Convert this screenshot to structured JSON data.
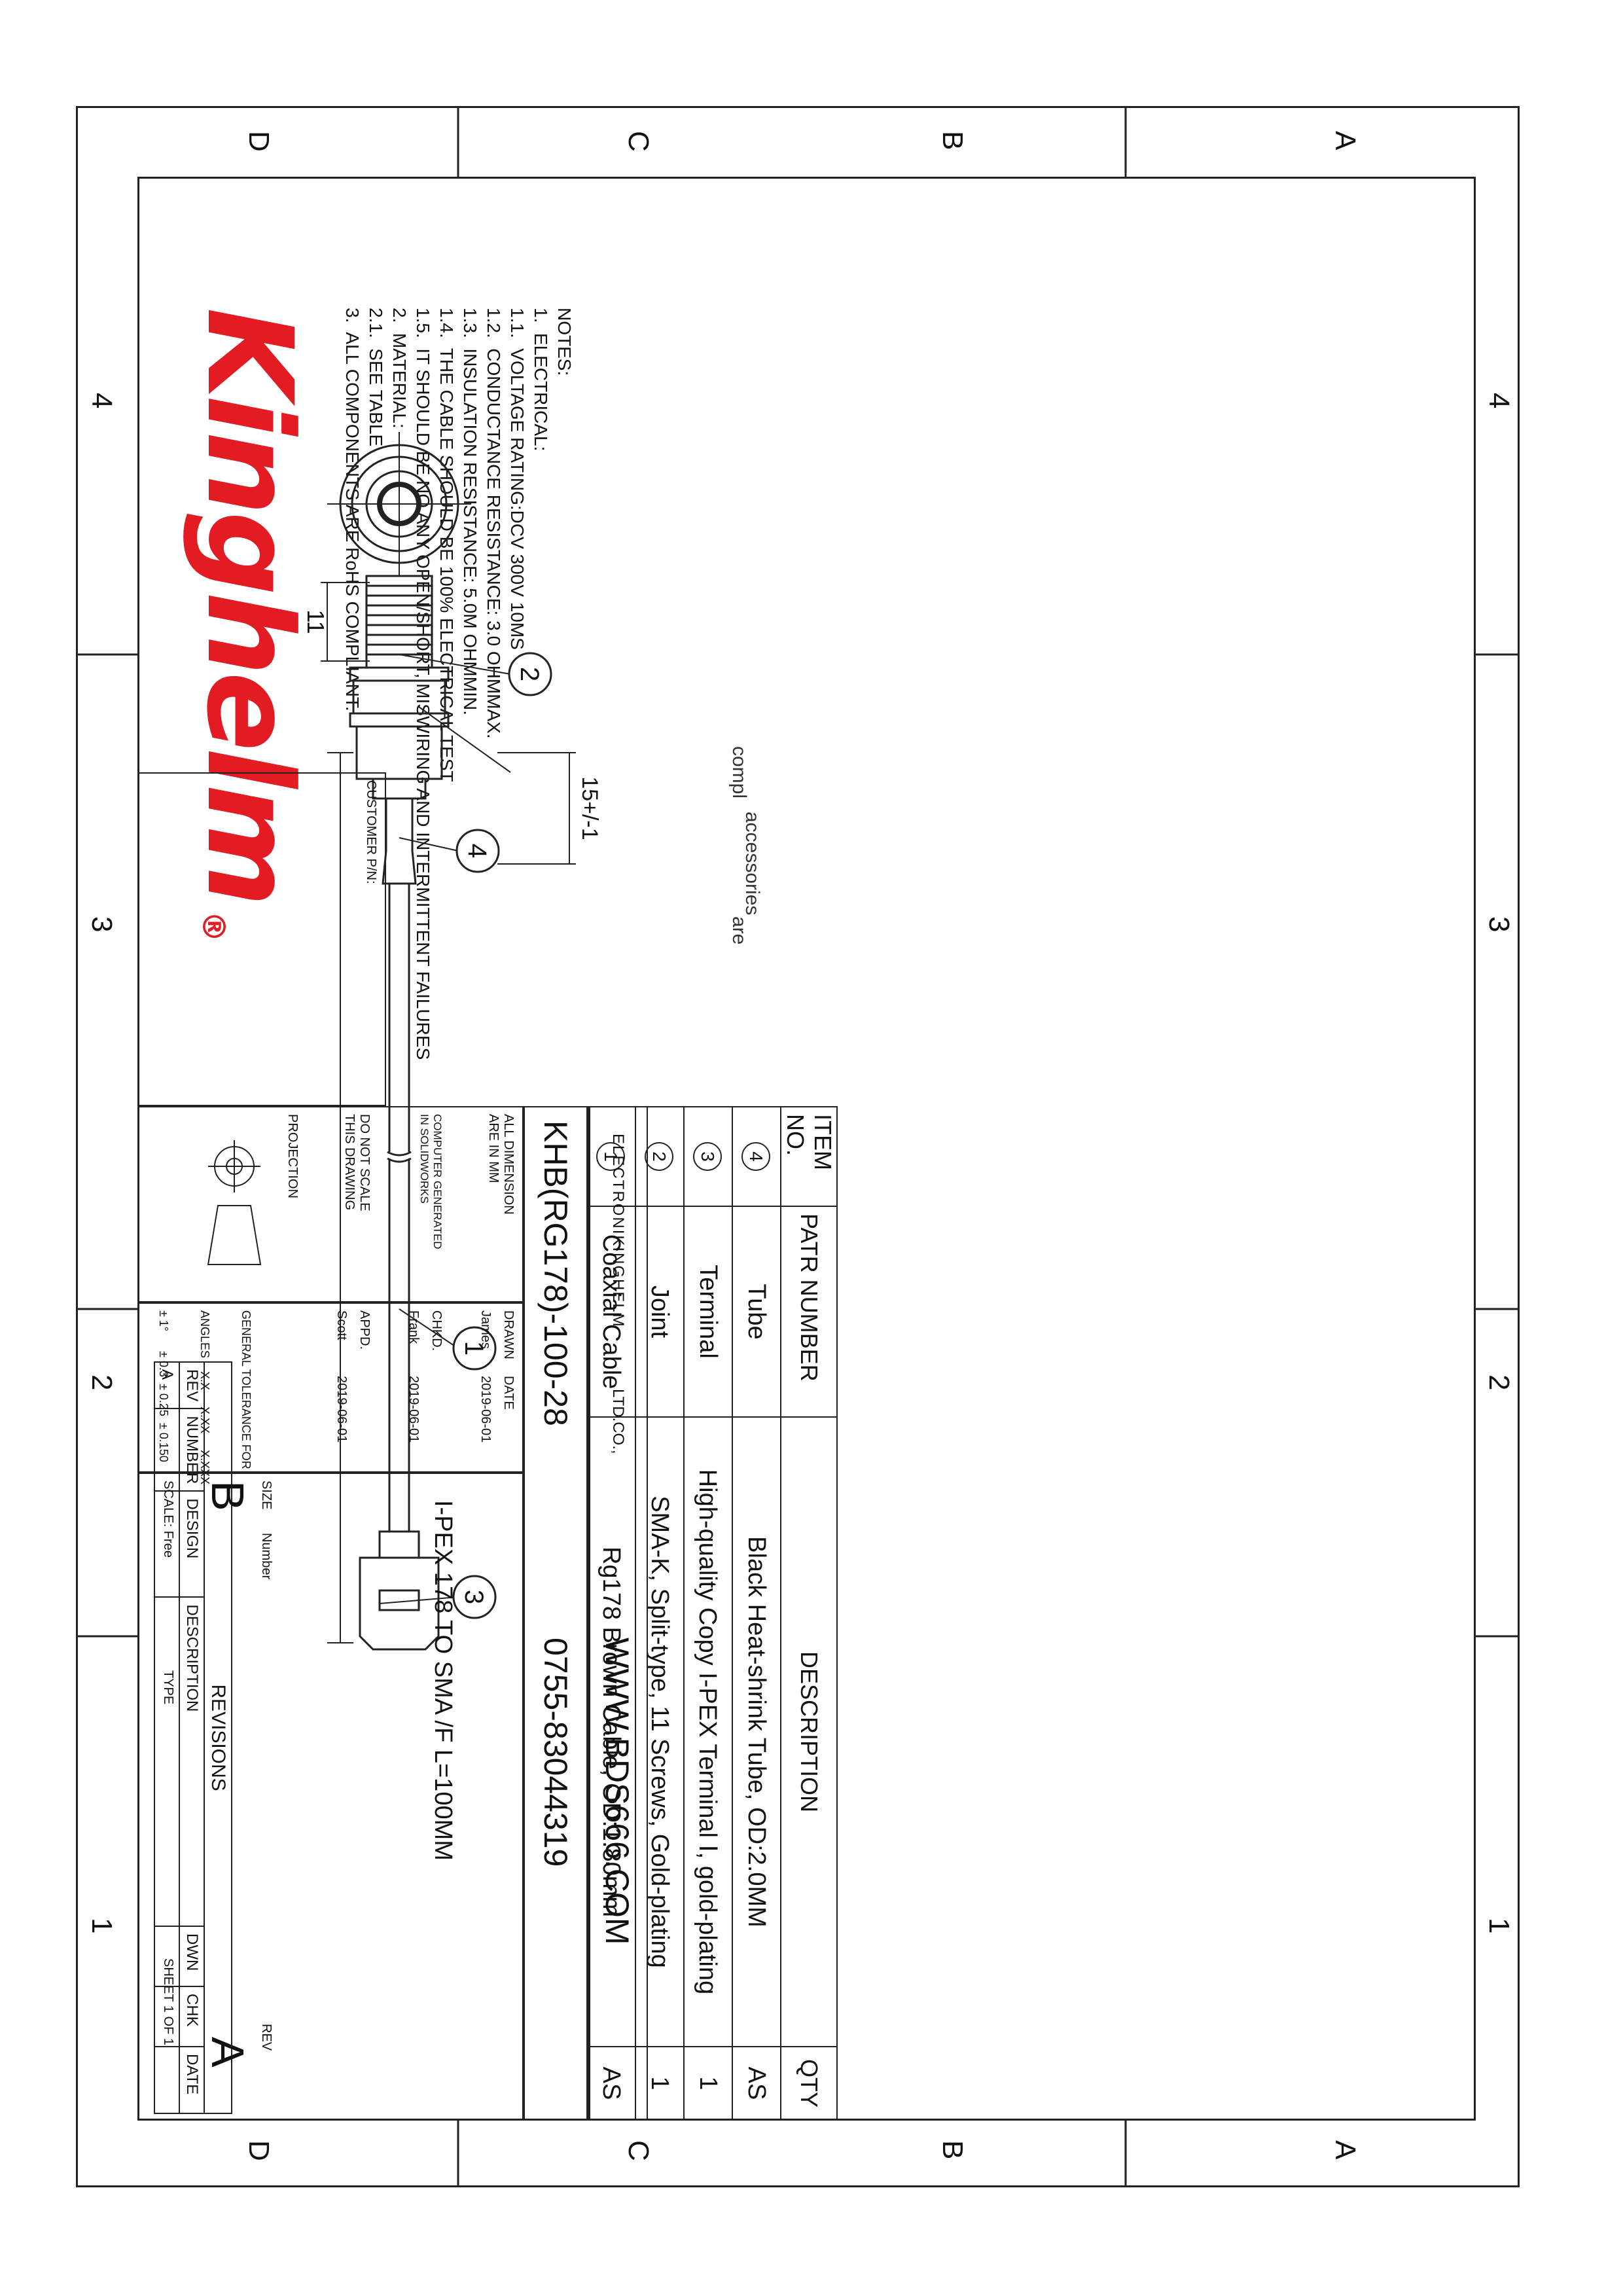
{
  "title_block": {
    "brand": "Kinghelm",
    "registered": "®",
    "company": "ELECTRONIKINGHELM",
    "company_suffix": "LTD.CO.,",
    "website": "WWW.BDS666.COM",
    "phone": "0755-83044319",
    "part_number": "KHB(RG178)-100-28",
    "title": "I-PEX 178 TO SMA /F  L=100MM",
    "size_label": "SIZE",
    "size_value": "B",
    "number_label": "Number",
    "rev_label": "REV",
    "rev_value": "A",
    "scale": "SCALE: Free",
    "type": "TYPE",
    "sheet": "SHEET  1  OF  1",
    "customer_pn": "CUSTOMER P/N:",
    "all_dimension_1": "ALL DIMENSION",
    "all_dimension_2": "ARE IN MM",
    "computer_generated_1": "COMPUTER GENERATED",
    "computer_generated_2": "IN SOLIDWORKS",
    "do_not_scale_1": "DO NOT SCALE",
    "do_not_scale_2": "THIS DRAWING",
    "projection": "PROJECTION",
    "date_label": "DATE",
    "drawn_label": "DRAWN",
    "drawn_by": "James",
    "drawn_date": "2019-06-01",
    "chkd_label": "CHKD.",
    "chkd_by": "Frank",
    "chkd_date": "2019-06-01",
    "appd_label": "APPD.",
    "appd_by": "Scott",
    "appd_date": "2019-06-01",
    "tol_1": "GENERAL TOLERANCE FOR",
    "tol_2": "ANGLES    X.X     X.XX     X.XXX",
    "tol_3": "± 1°      ± 0.3  ± 0.25  ± 0.150"
  },
  "revisions": {
    "title": "REVISIONS",
    "headers": [
      "REV",
      "NUMBER",
      "DESIGN",
      "DESCRIPTION",
      "DWN",
      "CHK",
      "DATE"
    ],
    "row": [
      "A",
      "",
      "",
      "",
      "",
      "",
      ""
    ]
  },
  "bom": {
    "headers": [
      "ITEM NO.",
      "PATR NUMBER",
      "DESCRIPTION",
      "QTY"
    ],
    "rows": [
      {
        "item": "4",
        "part": "Tube",
        "desc": "Black Heat-shrink Tube, OD:2.0MM",
        "qty": "AS"
      },
      {
        "item": "3",
        "part": "Terminal",
        "desc": "High-quality Copy I-PEX Terminal Ⅰ, gold-plating",
        "qty": "1"
      },
      {
        "item": "2",
        "part": "Joint",
        "desc": "SMA-K, Split-type, 11 Screws, Gold-plating",
        "qty": "1"
      },
      {
        "item": "1",
        "part": "Coaxial Cable",
        "desc": "Rg178  Brown Cable,  OD:1.80mm",
        "qty": "AS"
      }
    ]
  },
  "notes": {
    "heading": "NOTES:",
    "lines": [
      "1.  ELECTRICAL:",
      "1.1.  VOLTAGE RATING:DCV 300V 10MS",
      "1.2.  CONDUCTANCE RESISTANCE: 3.0 OHMMAX.",
      "1.3.  INSULATION RESISTANCE: 5.0M OHMMIN.",
      "1.4.  THE CABLE SHOULD BE 100% ELECTRICAL TEST",
      "1.5.  IT SHOULD BE NO ANY OPEN/SHORT, MISWIRING AND INTERMITTENT FAILURES",
      "2.  MATERIAL:",
      "2.1.  SEE TABLE",
      "3.  ALL COMPONENTS ARE RoHS COMPLIANT."
    ]
  },
  "drawing": {
    "dim_thread": "11",
    "dim_tube": "15+/-1",
    "balloons": [
      "1",
      "2",
      "3",
      "4"
    ],
    "accessory_note": [
      "compl",
      "accessories",
      "are"
    ]
  },
  "zones": {
    "top": [
      "4",
      "3",
      "2",
      "1"
    ],
    "side": [
      "A",
      "B",
      "C",
      "D"
    ]
  }
}
